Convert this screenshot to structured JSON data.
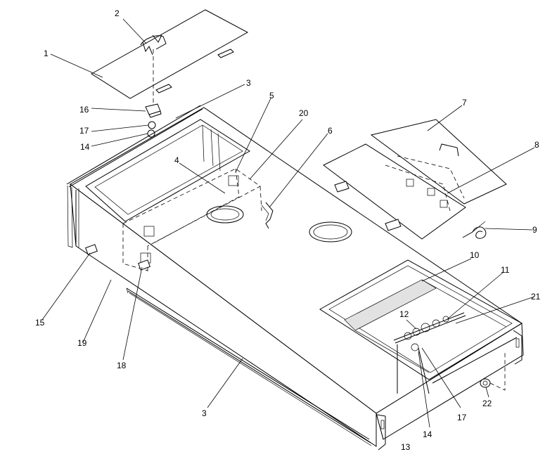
{
  "diagram": {
    "callouts": [
      {
        "id": "c1",
        "label": "1"
      },
      {
        "id": "c2",
        "label": "2"
      },
      {
        "id": "c3a",
        "label": "3"
      },
      {
        "id": "c3b",
        "label": "3"
      },
      {
        "id": "c4",
        "label": "4"
      },
      {
        "id": "c5",
        "label": "5"
      },
      {
        "id": "c6",
        "label": "6"
      },
      {
        "id": "c7",
        "label": "7"
      },
      {
        "id": "c8",
        "label": "8"
      },
      {
        "id": "c9",
        "label": "9"
      },
      {
        "id": "c10",
        "label": "10"
      },
      {
        "id": "c11",
        "label": "11"
      },
      {
        "id": "c12",
        "label": "12"
      },
      {
        "id": "c13",
        "label": "13"
      },
      {
        "id": "c14a",
        "label": "14"
      },
      {
        "id": "c14b",
        "label": "14"
      },
      {
        "id": "c15",
        "label": "15"
      },
      {
        "id": "c16",
        "label": "16"
      },
      {
        "id": "c17a",
        "label": "17"
      },
      {
        "id": "c17b",
        "label": "17"
      },
      {
        "id": "c18",
        "label": "18"
      },
      {
        "id": "c19",
        "label": "19"
      },
      {
        "id": "c20",
        "label": "20"
      },
      {
        "id": "c21",
        "label": "21"
      },
      {
        "id": "c22",
        "label": "22"
      }
    ]
  }
}
